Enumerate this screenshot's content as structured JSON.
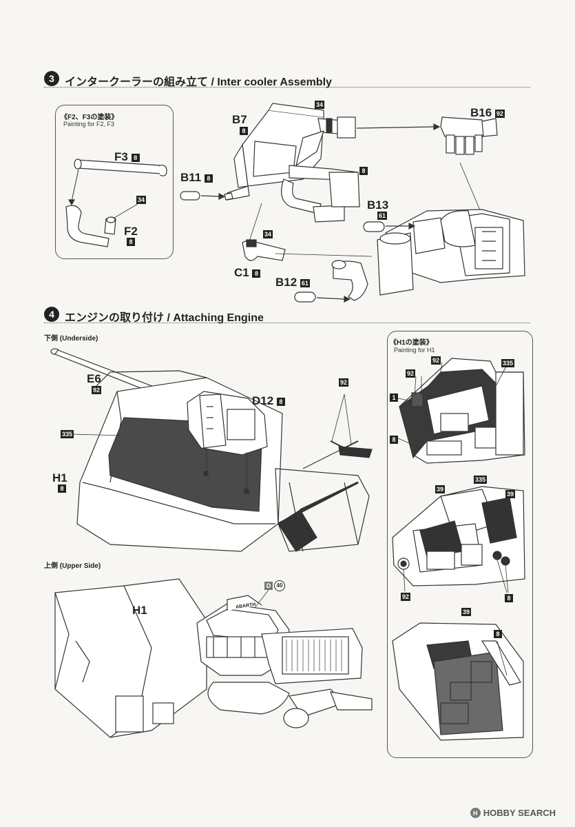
{
  "step3": {
    "number": "3",
    "title": "インタークーラーの組み立て  / Inter cooler Assembly",
    "callout": {
      "title": "《F2、F3の塗装》",
      "subtitle": "Painting for F2, F3"
    },
    "parts": {
      "f3": {
        "label": "F3",
        "color": "8"
      },
      "f2": {
        "label": "F2",
        "color": "8",
        "tip": "34"
      },
      "b7": {
        "label": "B7",
        "color": "8"
      },
      "b11": {
        "label": "B11",
        "color": "8"
      },
      "b16": {
        "label": "B16",
        "color": "92"
      },
      "b13": {
        "label": "B13",
        "color": "61"
      },
      "c1": {
        "label": "C1",
        "color": "8",
        "band": "34"
      },
      "b12": {
        "label": "B12",
        "color": "61"
      },
      "top_band": "34",
      "pipe_color": "8"
    }
  },
  "step4": {
    "number": "4",
    "title": "エンジンの取り付け / Attaching Engine",
    "underside": "下側 (Underside)",
    "upperside": "上側 (Upper Side)",
    "parts": {
      "e6": {
        "label": "E6",
        "color": "92"
      },
      "d12": {
        "label": "D12",
        "color": "8"
      },
      "h1_under": {
        "label": "H1",
        "color": "8"
      },
      "h1_upper": {
        "label": "H1"
      },
      "panel_color": "335",
      "strut_color": "92",
      "d_decal": {
        "letter": "D",
        "number": "40"
      },
      "brand": "ABARTH"
    },
    "callout": {
      "title": "《H1の塗装》",
      "subtitle": "Painting for H1",
      "top_view": {
        "c92a": "92",
        "c92b": "92",
        "c1": "1",
        "c8": "8",
        "c335": "335"
      },
      "mid_view": {
        "c39a": "39",
        "c335": "335",
        "c39b": "39",
        "c92": "92",
        "c8": "8"
      },
      "bottom_view": {
        "c39": "39",
        "c8": "8"
      }
    }
  },
  "footer": {
    "logo": "H",
    "text": "HOBBY SEARCH"
  }
}
